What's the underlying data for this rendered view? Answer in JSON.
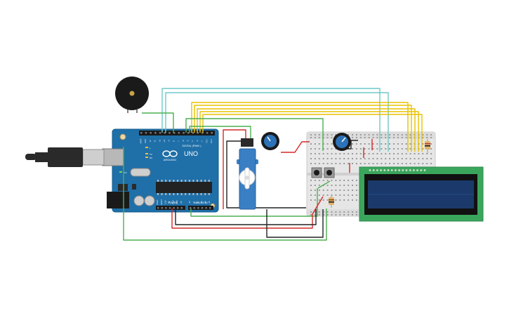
{
  "arduino": {
    "logo_text": "ARDUINO",
    "model_text": "UNO",
    "digital_header": "DIGITAL (PWM~)",
    "power_header": "POWER",
    "analog_header": "ANALOG IN",
    "tx_label": "TX",
    "rx_label": "RX",
    "l_label": "L",
    "on_label": "ON",
    "digital_pins": [
      "AREF",
      "GND",
      "13",
      "12",
      "~11",
      "~10",
      "~9",
      "8",
      "7",
      "~6",
      "~5",
      "4",
      "~3",
      "2",
      "TX 1",
      "RX 0"
    ],
    "power_pins": [
      "IOREF",
      "RESET",
      "3.3V",
      "5V",
      "GND",
      "GND",
      "Vin"
    ],
    "analog_pins": [
      "A0",
      "A1",
      "A2",
      "A3",
      "A4",
      "A5"
    ]
  },
  "colors": {
    "board": "#1f6fa8",
    "breadboard": "#e8e8e8",
    "lcd_pcb": "#3aa65c",
    "lcd_screen": "#1b3a6b",
    "wire_red": "#d62828",
    "wire_black": "#222222",
    "wire_green": "#4caf50",
    "wire_yellow": "#e8c200",
    "wire_teal": "#6fc8c8"
  }
}
